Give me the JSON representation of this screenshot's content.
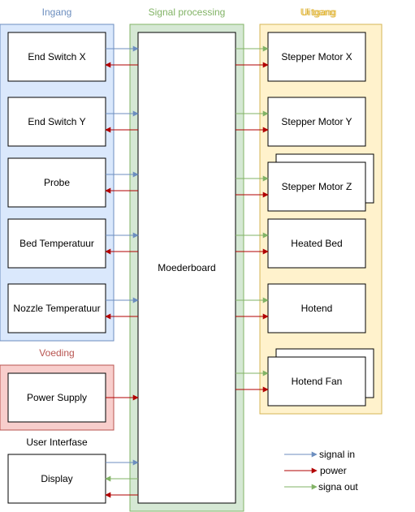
{
  "groups": {
    "ingang": {
      "title": "Ingang",
      "fill": "#dae8fc",
      "stroke": "#6c8ebf",
      "title_color": "#6c8ebf"
    },
    "signal": {
      "title": "Signal processing",
      "fill": "#d5e8d4",
      "stroke": "#82b366",
      "title_color": "#82b366"
    },
    "uitgang": {
      "title": "Uitgang",
      "title_overlap": "Ui tgang",
      "fill": "#fff2cc",
      "stroke": "#d6b656",
      "title_color": "#d6b656"
    },
    "voeding": {
      "title": "Voeding",
      "fill": "#f8cecc",
      "stroke": "#b85450",
      "title_color": "#b85450"
    },
    "user_interface": {
      "title": "User Interfase",
      "title_color": "#000000"
    }
  },
  "inputs": [
    "End Switch X",
    "End Switch Y",
    "Probe",
    "Bed Temperatuur",
    "Nozzle Temperatuur"
  ],
  "power": "Power Supply",
  "display": "Display",
  "board": "Moederboard",
  "outputs": [
    "Stepper Motor X",
    "Stepper Motor Y",
    "Stepper Motor Z",
    "Heated Bed",
    "Hotend",
    "Hotend Fan"
  ],
  "legend": [
    {
      "label": "signal in",
      "color": "#6c8ebf"
    },
    {
      "label": "power",
      "color": "#b20000"
    },
    {
      "label": "signa out",
      "color": "#82b366"
    }
  ],
  "colors": {
    "signal_in": "#6c8ebf",
    "power": "#b20000",
    "signal_out": "#82b366"
  }
}
